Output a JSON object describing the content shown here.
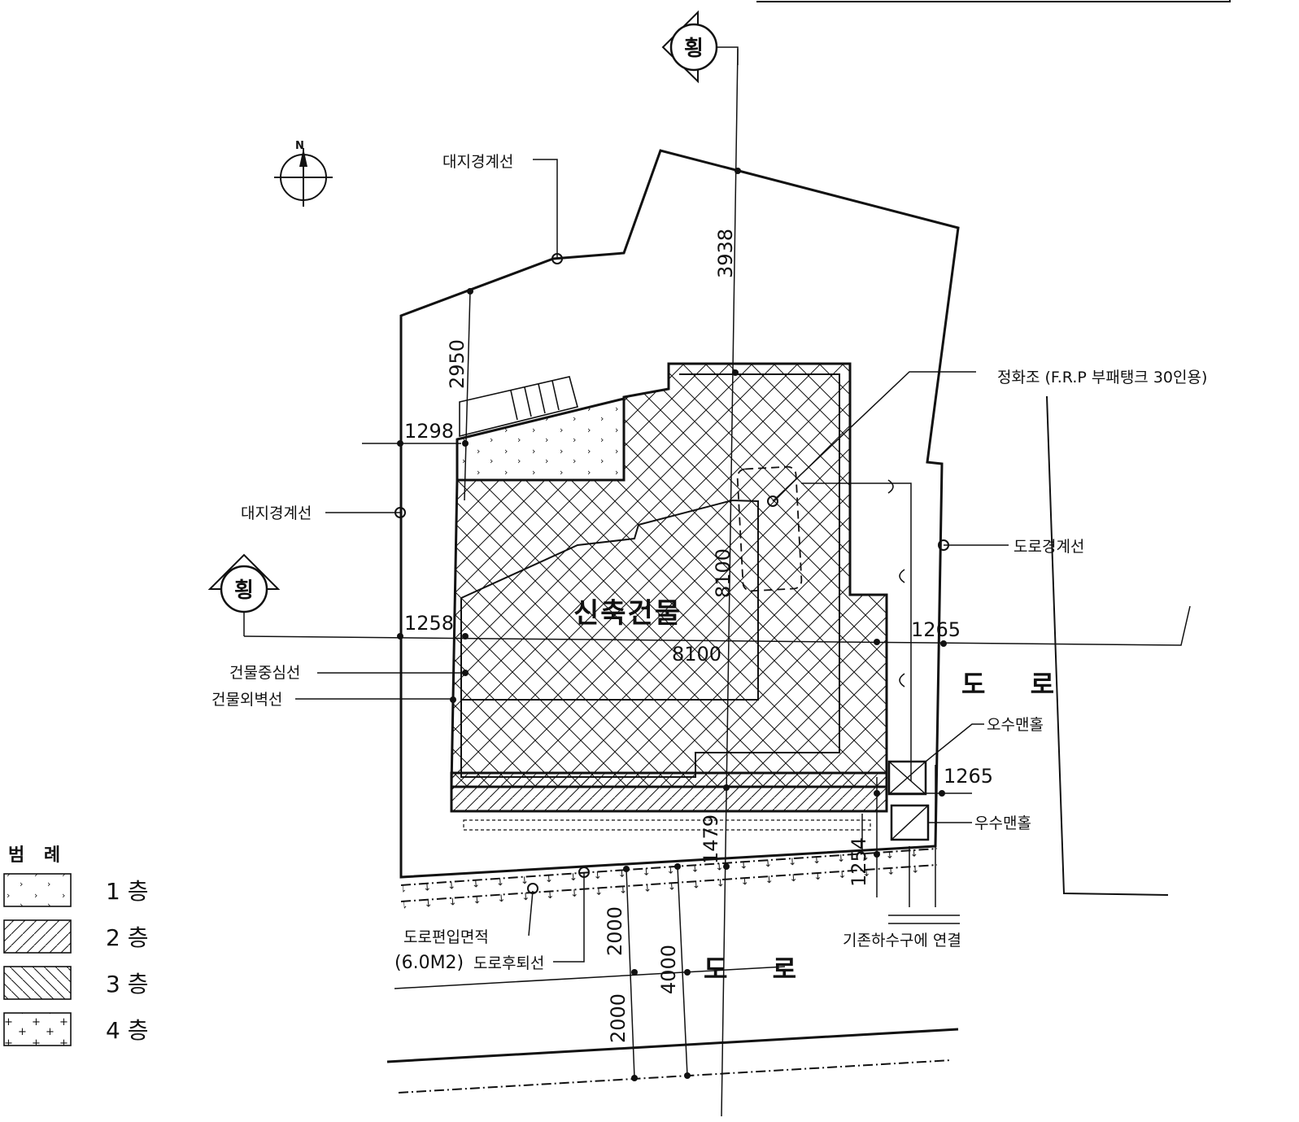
{
  "labels": {
    "site_boundary_top": "대지경계선",
    "site_boundary_left": "대지경계선",
    "septic": "정화조 (F.R.P 부패탱크 30인용)",
    "road_boundary": "도로경계선",
    "building_center_line": "건물중심선",
    "building_outer_wall": "건물외벽선",
    "rain_manhole_1": "오수맨홀",
    "rain_manhole_2": "우수맨홀",
    "sewer_connection": "기존하수구에 연결",
    "road_area_line1": "도로편입면적",
    "road_area_line2_a": "(6.0M2)",
    "road_area_line2_b": "도로후퇴선",
    "building_name": "신축건물",
    "road_right": "도 로",
    "road_bottom": "도 로",
    "marker_top": "횡",
    "marker_left": "횡"
  },
  "dimensions": {
    "d2950": "2950",
    "d3938": "3938",
    "d1298": "1298",
    "d1258": "1258",
    "d8100v": "8100",
    "d8100h": "8100",
    "d1265a": "1265",
    "d1265b": "1265",
    "d1479": "1479",
    "d1254": "1254",
    "d2000a": "2000",
    "d4000": "4000",
    "d2000b": "2000"
  },
  "legend": {
    "title": "범 례",
    "items": [
      {
        "label": "1 층",
        "pattern": "arrows"
      },
      {
        "label": "2 층",
        "pattern": "diag-right"
      },
      {
        "label": "3 층",
        "pattern": "diag-left"
      },
      {
        "label": "4 층",
        "pattern": "plus"
      }
    ]
  },
  "colors": {
    "ink": "#111111",
    "paper": "#ffffff"
  }
}
